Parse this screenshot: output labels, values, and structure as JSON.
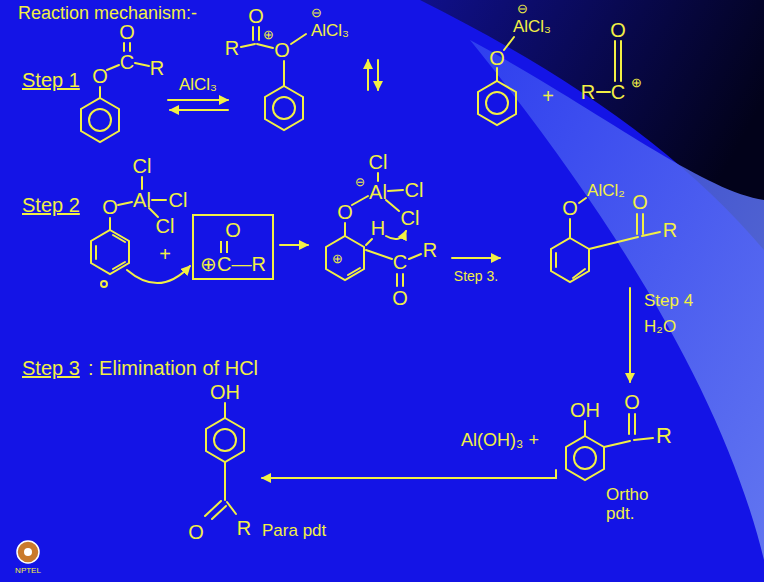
{
  "diagram": {
    "title": "Reaction mechanism:-",
    "nodes": [
      {
        "text": [
          "O",
          "⊕C—R"
        ]
      }
    ],
    "labels": [
      "Step 1",
      "O",
      "C",
      "O",
      "R",
      "AlCl₃",
      "R",
      "O",
      "O",
      "⊕",
      "⊖",
      "AlCl₃",
      "O",
      "⊖",
      "AlCl₃",
      "+",
      "R",
      "C",
      "⊕",
      "O",
      "Step 2",
      "O",
      "Al",
      "Cl",
      "Cl",
      "Cl",
      "+",
      "⊕",
      "O",
      "⊖",
      "Al",
      "Cl",
      "Cl",
      "Cl",
      "H",
      "C",
      "R",
      "O",
      "Step 3.",
      "O",
      "AlCl₂",
      "O",
      "R",
      "Step 4",
      "H₂O",
      "Step 3",
      ": Elimination of HCl",
      "OH",
      "O",
      "R",
      "Ortho pdt.",
      "Al(OH)₃ +",
      "OH",
      "O",
      "R",
      "Para pdt",
      "NPTEL"
    ]
  }
}
